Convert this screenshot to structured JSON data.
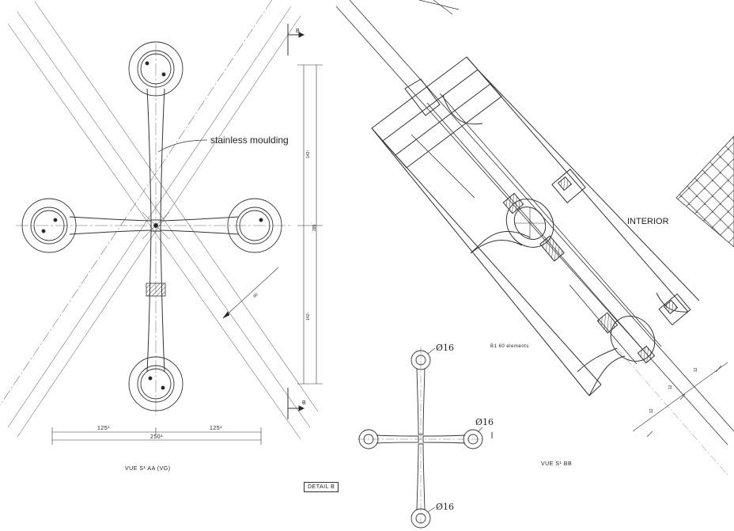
{
  "view_aa": {
    "caption": "VUE S¹ AA (VG)",
    "annotation": "stainless moulding",
    "section_mark_top": "B",
    "section_mark_bottom": "B",
    "dim_left": "125¹",
    "dim_center": "250¹",
    "dim_right": "125¹",
    "dim_vert_top": "142¹",
    "dim_vert_mid": "285",
    "dim_vert_bottom": "142¹",
    "dim_diag": "80"
  },
  "detail": {
    "label": "DETAIL B",
    "dia_top": "Ø16",
    "dia_right": "Ø16",
    "dia_bottom": "Ø16"
  },
  "view_bb": {
    "caption": "VUE S¹ BB",
    "interior_label": "INTERIOR",
    "note": "B1 60 elements",
    "dim_a": "12",
    "dim_b": "12",
    "dim_c": "12"
  }
}
